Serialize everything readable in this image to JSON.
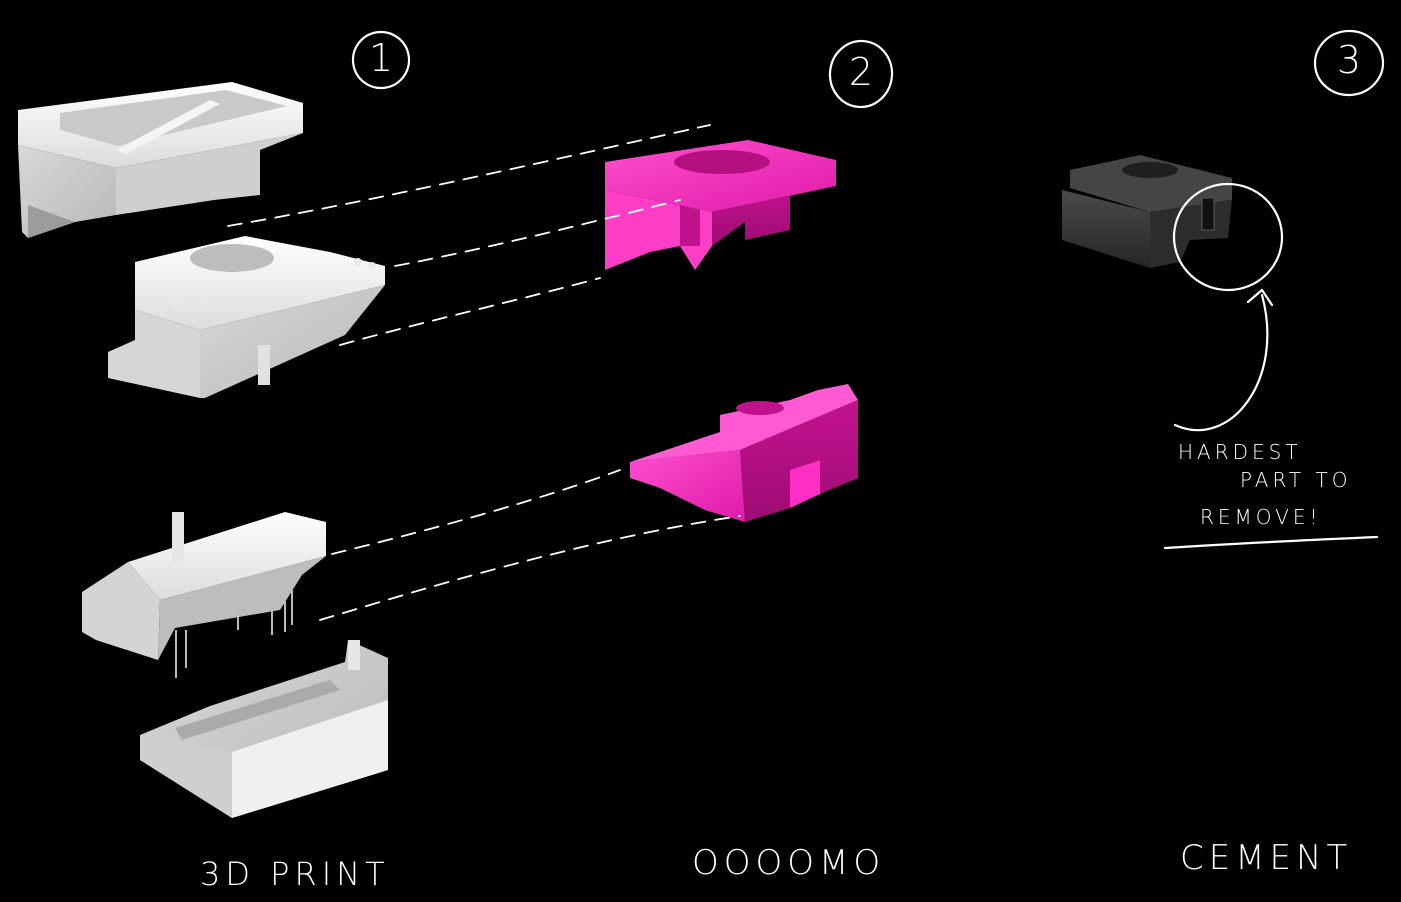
{
  "steps": [
    {
      "number": "1",
      "label": "3D PRINT"
    },
    {
      "number": "2",
      "label": "OOOOMO"
    },
    {
      "number": "3",
      "label": "CEMENT"
    }
  ],
  "annotation": {
    "line1": "HARDEST",
    "line2": "PART TO",
    "line3": "REMOVE!"
  },
  "colors": {
    "background": "#000000",
    "print_part": "#eeeeee",
    "mold_part": "#ff2ec4",
    "cement_part": "#3a3a3c",
    "ink": "#ffffff"
  }
}
